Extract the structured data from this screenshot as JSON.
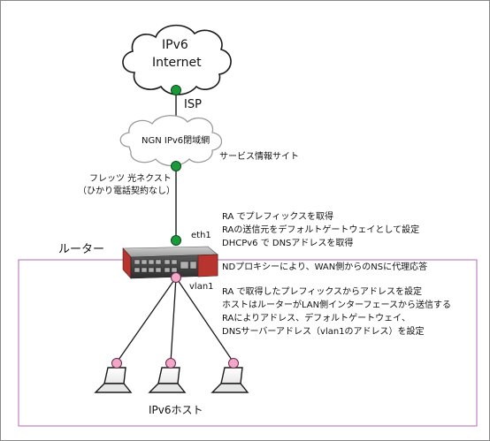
{
  "internet_cloud": {
    "line1": "IPv6",
    "line2": "Internet"
  },
  "isp_label": "ISP",
  "ngn_cloud": {
    "label": "NGN IPv6閉域網"
  },
  "service_label": "サービス情報サイト",
  "flets_label": {
    "line1": "フレッツ 光ネクスト",
    "line2": "（ひかり電話契約なし）"
  },
  "eth1_notes": [
    "RA でプレフィックスを取得",
    "RAの送信元をデフォルトゲートウェイとして設定",
    "DHCPv6 で DNSアドレスを取得"
  ],
  "eth1_label": "eth1",
  "router_label": "ルーター",
  "nd_proxy_note": "NDプロキシーにより、WAN側からのNSに代理応答",
  "vlan1_label": "vlan1",
  "vlan1_notes": [
    "RA で取得したプレフィックスからアドレスを設定",
    "ホストはルーターがLAN側インターフェースから送信する",
    "RAによりアドレス、デフォルトゲートウェイ、",
    "DNSサーバーアドレス（vlan1のアドレス）を設定"
  ],
  "hosts_label": "IPv6ホスト",
  "colors": {
    "wan_port": "#1a9a3a",
    "lan_port": "#f2a6c8",
    "lan_box": "#c080c0",
    "router": "#b8342e"
  }
}
